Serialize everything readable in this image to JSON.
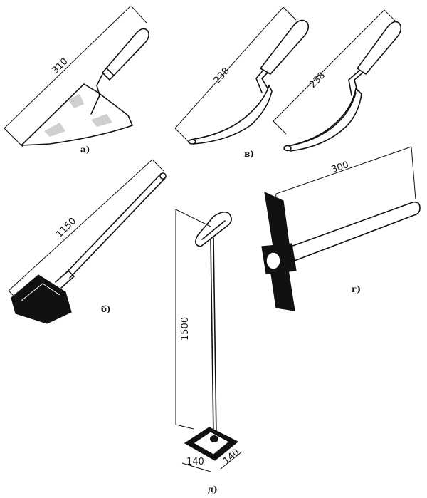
{
  "tools": [
    {
      "id": "trowel",
      "label": "а)",
      "dimension": "310"
    },
    {
      "id": "jointer-left",
      "label": "в)",
      "dimension": "238"
    },
    {
      "id": "jointer-right",
      "label": "",
      "dimension": "238"
    },
    {
      "id": "mortar-shovel",
      "label": "б)",
      "dimension": "1150"
    },
    {
      "id": "hammer-pick",
      "label": "г)",
      "dimension": "300"
    },
    {
      "id": "rammer",
      "label": "д)",
      "dimension": "1500",
      "base_width": "140",
      "base_depth": "140"
    }
  ]
}
